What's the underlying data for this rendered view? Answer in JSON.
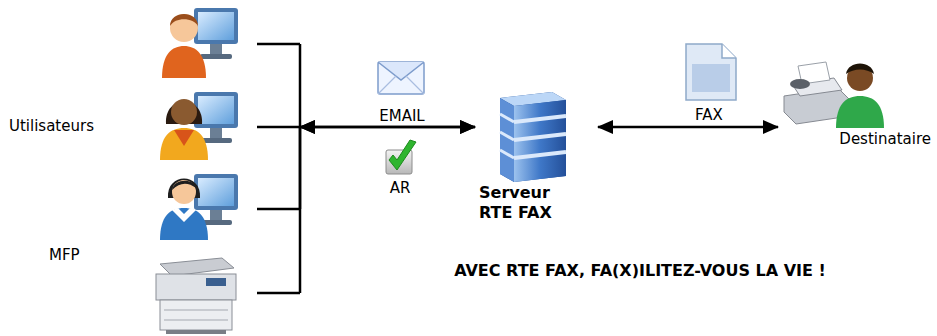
{
  "diagram": {
    "nodes": [
      {
        "text": [
          "Utilisateurs"
        ]
      },
      {
        "text": [
          "MFP"
        ]
      },
      {
        "text": [
          "Serveur RTE FAX"
        ]
      },
      {
        "text": [
          "Destinataire"
        ]
      }
    ],
    "edges": [
      {
        "from": 0,
        "to": 2,
        "arrow": "both",
        "label": "EMAIL"
      },
      {
        "from": 1,
        "to": 2,
        "arrow": "both",
        "label": "AR"
      },
      {
        "from": 2,
        "to": 3,
        "arrow": "both",
        "label": "FAX"
      }
    ],
    "labels": [
      "AVEC RTE FAX, FA(X)ILITEZ-VOUS LA VIE !"
    ]
  }
}
